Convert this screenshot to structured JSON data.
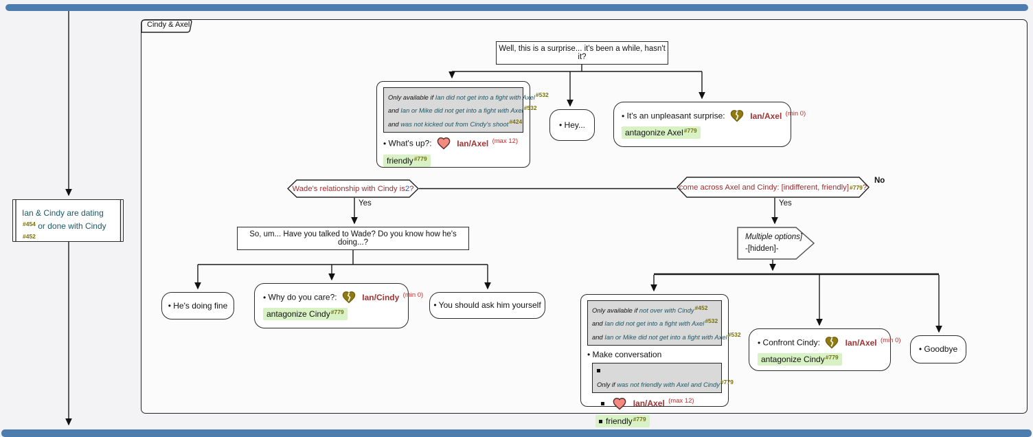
{
  "frame": {
    "tab": "Cindy & Axel"
  },
  "entry": {
    "t1": "Ian & Cindy are dating ",
    "r1": "#454",
    "t2": " or done with Cindy ",
    "r2": "#452"
  },
  "root": {
    "text": "Well, this is a surprise... it's been a while, hasn't it?"
  },
  "whats_up": {
    "conds": [
      {
        "p": "Only available if ",
        "c": "Ian did not get into a fight with Axel",
        "r": "#532"
      },
      {
        "p": "and ",
        "c": "Ian or Mike did not get into a fight with Axel",
        "r": "#532"
      },
      {
        "p": "and ",
        "c": "was not kicked out from Cindy's shoot",
        "r": "#424"
      }
    ],
    "text": "What's up?:",
    "rel": "Ian/Axel",
    "limit": "(max 12)",
    "effect": "friendly",
    "effect_ref": "#779"
  },
  "hey": {
    "text": "Hey..."
  },
  "unpleasant": {
    "text": "It's an unpleasant surprise:",
    "rel": "Ian/Axel",
    "limit": "(min 0)",
    "effect": "antagonize Axel",
    "effect_ref": "#779"
  },
  "wade_check": {
    "text": "Wade's relationship with Cindy is ",
    "value": "2",
    "q": "?",
    "yes": "Yes"
  },
  "come_across": {
    "text": "come across Axel and Cindy: [indifferent, friendly]",
    "ref": "#779",
    "q": "?",
    "yes": "Yes",
    "no": "No"
  },
  "wade_q": {
    "text": "So, um... Have you talked to Wade? Do you know how he's doing...?"
  },
  "doing_fine": {
    "text": "He's doing fine"
  },
  "why_care": {
    "text": "Why do you care?:",
    "rel": "Ian/Cindy",
    "limit": "(min 0)",
    "effect": "antagonize Cindy",
    "effect_ref": "#779"
  },
  "ask_him": {
    "text": "You should ask him yourself"
  },
  "multi": {
    "line1": "Multiple options]",
    "line2": "-[hidden]-"
  },
  "make_conv": {
    "conds": [
      {
        "p": "Only available if ",
        "c": "not over with Cindy",
        "r": "#452"
      },
      {
        "p": "and ",
        "c": "Ian did not get into a fight with Axel",
        "r": "#532"
      },
      {
        "p": "and ",
        "c": "Ian or Mike did not get into a fight with Axel",
        "r": "#532"
      }
    ],
    "text": "Make conversation",
    "only_if": {
      "p": "Only if ",
      "c": "was not friendly with Axel and Cindy",
      "r": "#779"
    },
    "rel": "Ian/Axel",
    "limit": "(max 12)",
    "effect": "friendly",
    "effect_ref": "#779"
  },
  "confront": {
    "text": "Confront Cindy:",
    "rel": "Ian/Axel",
    "limit": "(min 0)",
    "effect": "antagonize Cindy",
    "effect_ref": "#779"
  },
  "goodbye": {
    "text": "Goodbye"
  }
}
